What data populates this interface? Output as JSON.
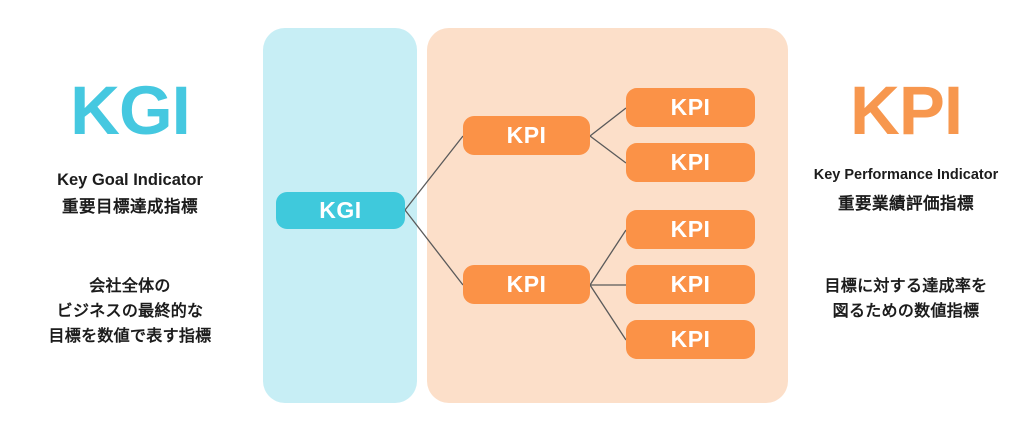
{
  "left_column": {
    "acronym": "KGI",
    "english_name": "Key Goal Indicator",
    "japanese_name": "重要目標達成指標",
    "description_lines": [
      "会社全体の",
      "ビジネスの最終的な",
      "目標を数値で表す指標"
    ],
    "accent_color": "#45c8e0"
  },
  "right_column": {
    "acronym": "KPI",
    "english_name": "Key Performance Indicator",
    "japanese_name": "重要業績評価指標",
    "description_lines": [
      "目標に対する達成率を",
      "図るための数値指標"
    ],
    "accent_color": "#f7974e"
  },
  "diagram": {
    "panels": {
      "kgi_panel_color": "#c7eef5",
      "kpi_panel_color": "#fcdfc9"
    },
    "nodes": {
      "kgi_root": "KGI",
      "kpi_mid_1": "KPI",
      "kpi_mid_2": "KPI",
      "kpi_leaf_1": "KPI",
      "kpi_leaf_2": "KPI",
      "kpi_leaf_3": "KPI",
      "kpi_leaf_4": "KPI",
      "kpi_leaf_5": "KPI"
    },
    "node_colors": {
      "kgi": "#3fc9dc",
      "kpi": "#fb9247"
    },
    "connector_color": "#5a5a5a"
  }
}
